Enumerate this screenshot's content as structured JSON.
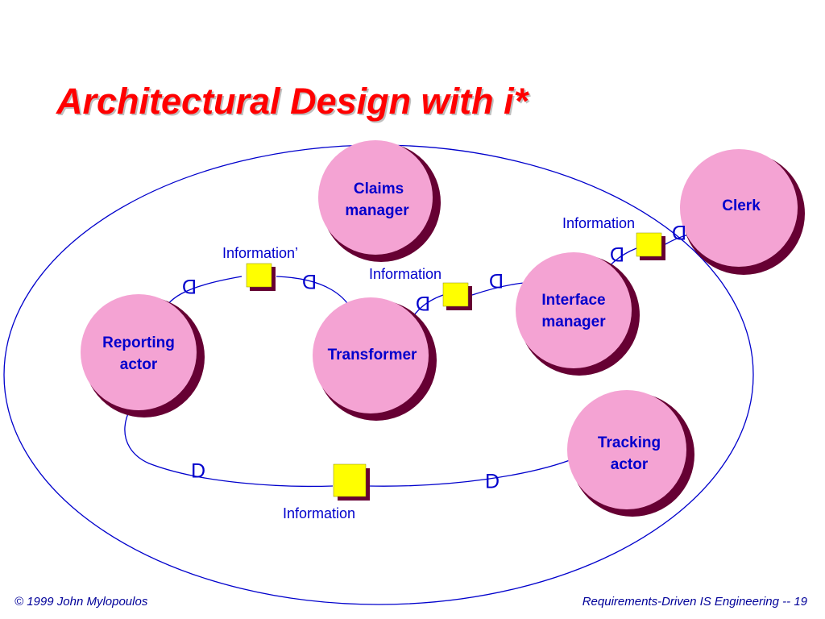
{
  "slide": {
    "title": "Architectural Design with i*",
    "footer_left": "© 1999  John Mylopoulos",
    "footer_right": "Requirements-Driven IS Engineering -- 19"
  },
  "colors": {
    "title": "#ff0000",
    "actor_fill": "#f4a3d3",
    "actor_shadow": "#660033",
    "resource_fill": "#ffff00",
    "resource_shadow": "#660033",
    "line": "#0000cc"
  },
  "actors": {
    "claims_manager": [
      "Claims",
      "manager"
    ],
    "clerk": [
      "Clerk"
    ],
    "reporting_actor": [
      "Reporting",
      "actor"
    ],
    "transformer": [
      "Transformer"
    ],
    "interface_manager": [
      "Interface",
      "manager"
    ],
    "tracking_actor": [
      "Tracking",
      "actor"
    ]
  },
  "resources": {
    "info_transformer_reporting": "Information’",
    "info_interface_transformer": "Information",
    "info_clerk_interface": "Information",
    "info_tracking_reporting": "Information"
  },
  "dependency_symbol": "D"
}
